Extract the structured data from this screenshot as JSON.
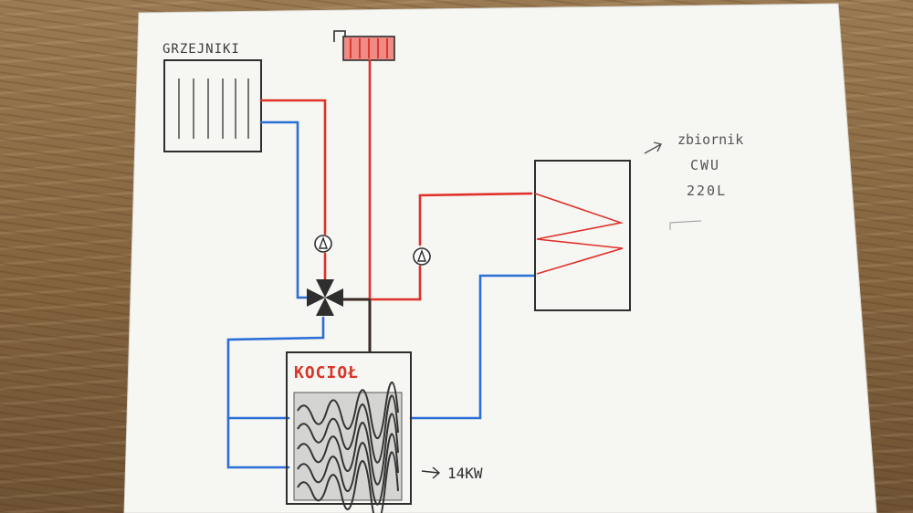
{
  "labels": {
    "radiators": "GRZEJNIKI",
    "boiler": "KOCIOŁ",
    "boiler_power": "14KW",
    "tank_line1": "zbiornik",
    "tank_line2": "CWU",
    "tank_line3": "220L"
  },
  "colors": {
    "paper": "#f7f7f5",
    "hot_pipe": "#e0302a",
    "cold_pipe": "#2a6fd6",
    "pencil": "#2e2e2e",
    "boiler_label": "#d8352a"
  },
  "icons": {
    "valve": "four-way-mixing-valve-icon",
    "pump": "circulation-pump-icon",
    "expansion_tank": "expansion-tank-icon"
  }
}
